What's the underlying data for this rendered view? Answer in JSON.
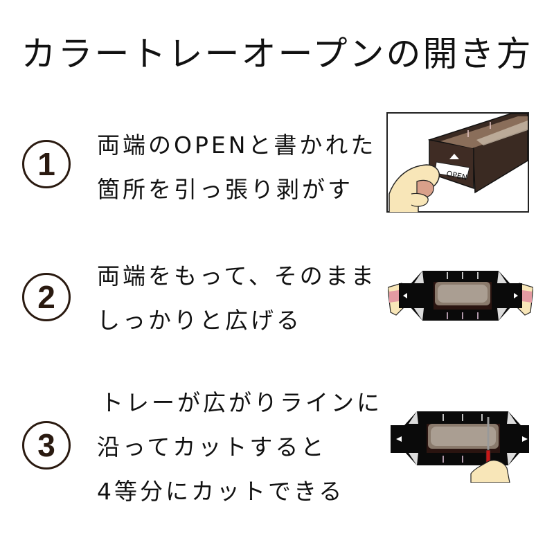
{
  "title": "カラートレーオープンの開き方",
  "steps": [
    {
      "number": "1",
      "lines": [
        "両端のOPENと書かれた",
        "箇所を引っ張り剥がす"
      ],
      "illustration": "hand-pulling-open-tab",
      "tab_label": "OPEN"
    },
    {
      "number": "2",
      "lines": [
        "両端をもって、そのまま",
        "しっかりと広げる"
      ],
      "illustration": "hands-spreading-tray"
    },
    {
      "number": "3",
      "lines": [
        "トレーが広がりラインに",
        "沿ってカットすると",
        "4等分にカットできる"
      ],
      "illustration": "cutting-tray-with-knife"
    }
  ],
  "colors": {
    "number_circle": "#2a1a10",
    "tray": "#3a2a22",
    "tray_black": "#0a0a0a",
    "cake": "#7a6656",
    "skin": "#f8e6b8",
    "skin_shadow": "#d9a08a",
    "knife_handle": "#c81818"
  }
}
